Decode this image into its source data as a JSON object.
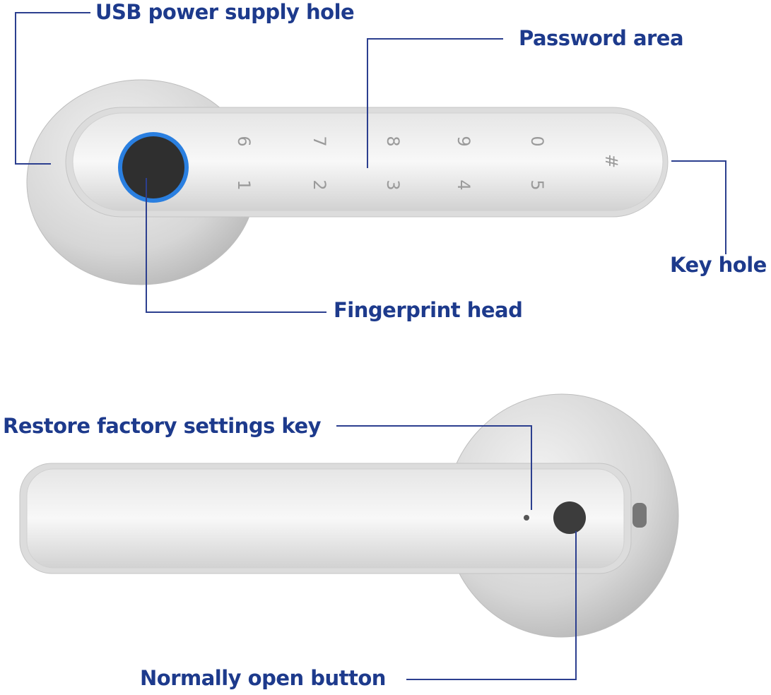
{
  "colors": {
    "label": "#1d3a8c",
    "ring": "#2a7fe0",
    "leader": "#2c3f8f"
  },
  "top_view": {
    "labels": {
      "usb": "USB power supply hole",
      "password": "Password area",
      "key_hole": "Key hole",
      "fingerprint": "Fingerprint head"
    },
    "keypad": {
      "top_row": [
        "6",
        "7",
        "8",
        "9",
        "0"
      ],
      "bottom_row": [
        "1",
        "2",
        "3",
        "4",
        "5"
      ],
      "hash": "#"
    }
  },
  "bottom_view": {
    "labels": {
      "restore": "Restore factory settings key",
      "normally_open": "Normally open button"
    }
  }
}
